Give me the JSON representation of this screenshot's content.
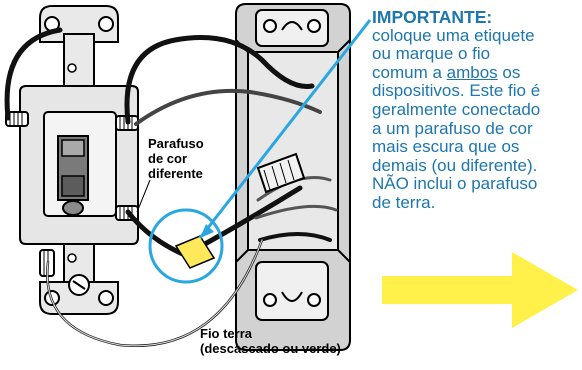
{
  "labels": {
    "screw": [
      "Parafuso",
      "de cor",
      "diferente"
    ],
    "ground": [
      "Fio terra",
      "(descascado ou verde)"
    ]
  },
  "note": {
    "heading": "IMPORTANTE:",
    "line1": "coloque uma etiquete",
    "line2": "ou marque o fio",
    "line3_pre": "comum a ",
    "line3_u": "ambos",
    "line3_post": " os",
    "line4": "dispositivos. Este fio é",
    "line5": "geralmente conectado",
    "line6": "a um parafuso de cor",
    "line7": "mais escura que os",
    "line8": "demais (ou diferente).",
    "line9": "NÃO inclui o parafuso",
    "line10": "de terra."
  },
  "colors": {
    "accent": "#1d76ad",
    "callout_line": "#2aa6e0",
    "arrow": "#fff04a",
    "tag": "#ffe85a",
    "device_fill": "#e6e6e6",
    "box_fill": "#d2d2d2"
  }
}
